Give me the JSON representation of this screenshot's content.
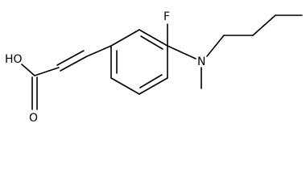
{
  "molecule": {
    "labels": {
      "carboxylic_acid": "HO",
      "carbonyl_oxygen": "O",
      "fluorine": "F",
      "nitrogen": "N"
    },
    "colors": {
      "bond": "#000000",
      "label": "#000000",
      "background": "#ffffff"
    }
  }
}
